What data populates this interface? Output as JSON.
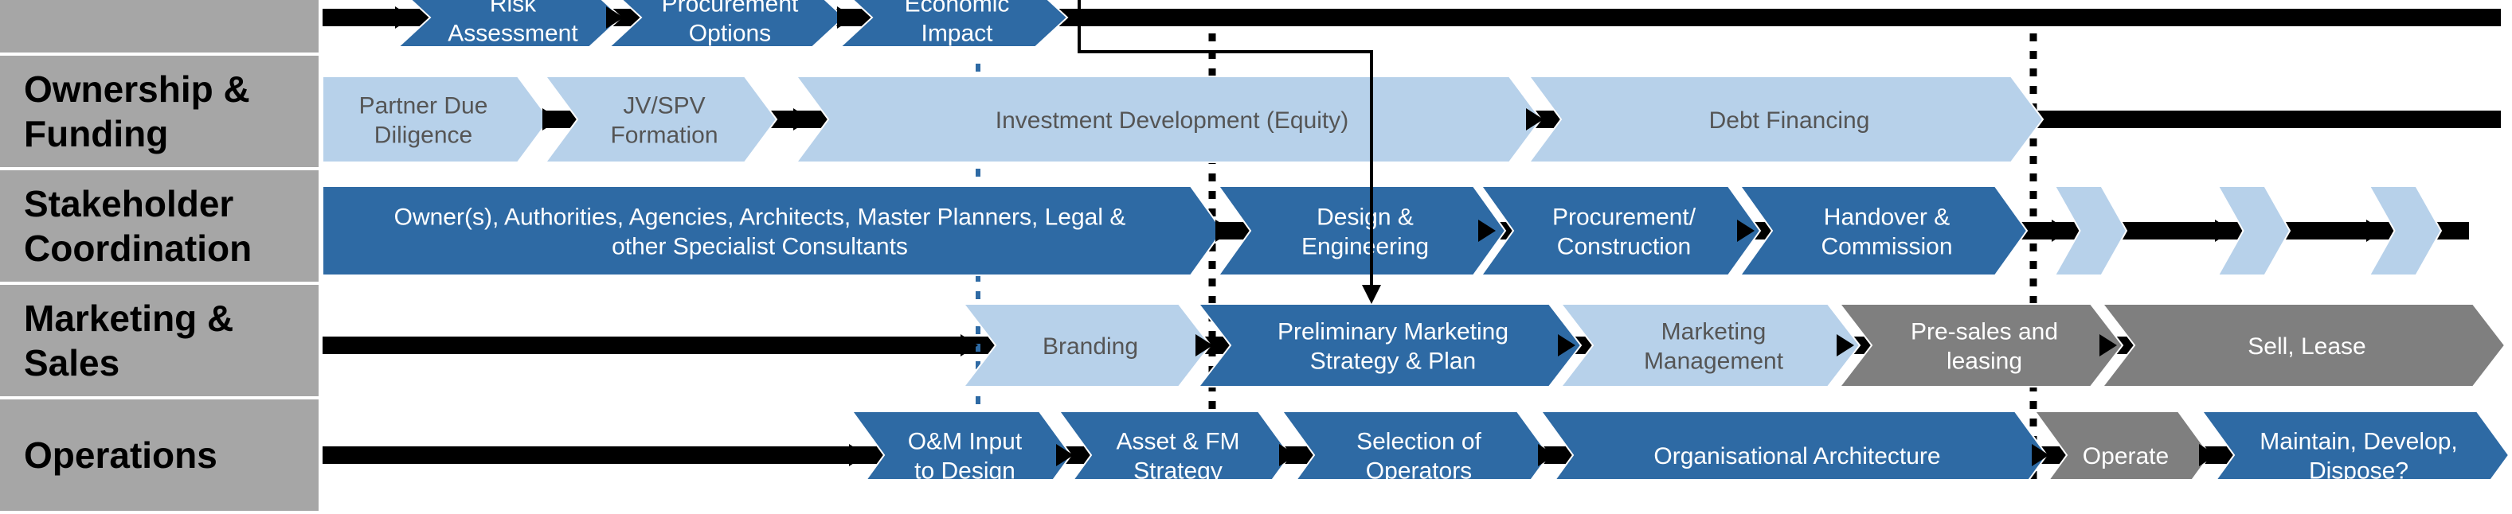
{
  "colors": {
    "dark": "#2e6aa4",
    "light": "#b7d1ea",
    "grey": "#7f7f7f",
    "label_bg": "#a6a6a6",
    "line": "#000000",
    "dots_blue": "#2e6aa4"
  },
  "rows": [
    {
      "id": "planning",
      "label": "",
      "chevrons": [
        {
          "lines": [
            "Risk",
            "Assessment"
          ],
          "style": "dark",
          "start": 500,
          "end": 780
        },
        {
          "lines": [
            "Procurement",
            "Options"
          ],
          "style": "dark",
          "start": 765,
          "end": 1060
        },
        {
          "lines": [
            "Economic",
            "Impact"
          ],
          "style": "dark",
          "start": 1055,
          "end": 1340
        }
      ]
    },
    {
      "id": "ownership",
      "label": "Ownership &\nFunding",
      "chevrons": [
        {
          "lines": [
            "Partner Due",
            "Diligence"
          ],
          "style": "light",
          "start": 405,
          "end": 690
        },
        {
          "lines": [
            "JV/SPV",
            "Formation"
          ],
          "style": "light",
          "start": 685,
          "end": 975
        },
        {
          "lines": [
            "Investment Development (Equity)"
          ],
          "style": "light",
          "start": 1000,
          "end": 1935
        },
        {
          "lines": [
            "Debt Financing"
          ],
          "style": "light",
          "start": 1920,
          "end": 2565
        }
      ]
    },
    {
      "id": "stakeholder",
      "label": "Stakeholder\nCoordination",
      "chevrons": [
        {
          "lines": [
            "Owner(s), Authorities, Agencies, Architects, Master Planners, Legal  &",
            "other Specialist Consultants"
          ],
          "style": "dark",
          "start": 405,
          "end": 1535
        },
        {
          "lines": [
            "Design &",
            "Engineering"
          ],
          "style": "dark",
          "start": 1530,
          "end": 1890
        },
        {
          "lines": [
            "Procurement/",
            "Construction"
          ],
          "style": "dark",
          "start": 1860,
          "end": 2210
        },
        {
          "lines": [
            "Handover &",
            "Commission"
          ],
          "style": "dark",
          "start": 2185,
          "end": 2545
        },
        {
          "lines": [],
          "style": "light",
          "start": 2580,
          "end": 2670
        },
        {
          "lines": [],
          "style": "light",
          "start": 2785,
          "end": 2875
        },
        {
          "lines": [],
          "style": "light",
          "start": 2975,
          "end": 3065
        }
      ]
    },
    {
      "id": "marketing",
      "label": "Marketing &\nSales",
      "chevrons": [
        {
          "lines": [
            "Branding"
          ],
          "style": "light",
          "start": 1210,
          "end": 1520
        },
        {
          "lines": [
            "Preliminary Marketing",
            "Strategy & Plan"
          ],
          "style": "dark",
          "start": 1505,
          "end": 1985
        },
        {
          "lines": [
            "Marketing",
            "Management"
          ],
          "style": "light",
          "start": 1960,
          "end": 2335
        },
        {
          "lines": [
            "Pre-sales and",
            "leasing"
          ],
          "style": "grey",
          "start": 2310,
          "end": 2665
        },
        {
          "lines": [
            "Sell, Lease"
          ],
          "style": "grey",
          "start": 2640,
          "end": 3145
        }
      ]
    },
    {
      "id": "operations",
      "label": "Operations",
      "chevrons": [
        {
          "lines": [
            "O&M Input",
            "to Design"
          ],
          "style": "dark",
          "start": 1070,
          "end": 1345
        },
        {
          "lines": [
            "Asset & FM",
            "Strategy"
          ],
          "style": "dark",
          "start": 1330,
          "end": 1620
        },
        {
          "lines": [
            "Selection of",
            "Operators"
          ],
          "style": "dark",
          "start": 1610,
          "end": 1945
        },
        {
          "lines": [
            "Organisational Architecture"
          ],
          "style": "dark",
          "start": 1935,
          "end": 2570
        },
        {
          "lines": [
            "Operate"
          ],
          "style": "grey",
          "start": 2555,
          "end": 2775
        },
        {
          "lines": [
            "Maintain, Develop,",
            "Dispose?"
          ],
          "style": "dark",
          "start": 2765,
          "end": 3150
        }
      ]
    }
  ]
}
